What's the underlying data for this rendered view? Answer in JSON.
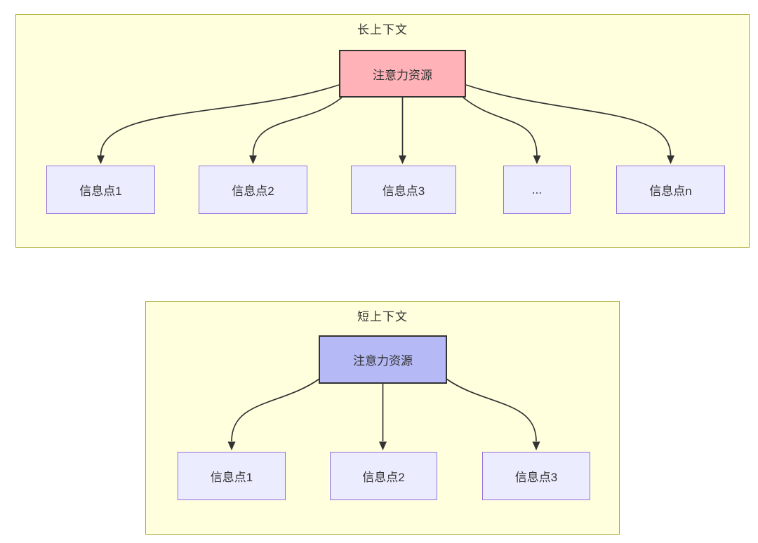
{
  "colors": {
    "page_background": "#ffffff",
    "cluster_fill": "#ffffde",
    "cluster_border": "#aaaa33",
    "target_node_fill": "#ececff",
    "target_node_border": "#9370db",
    "long_source_fill": "#ffb3b9",
    "short_source_fill": "#b5b9f5",
    "source_border": "#333333",
    "edge": "#333333",
    "text": "#333333"
  },
  "diagrams": [
    {
      "title": "长上下文",
      "source": {
        "label": "注意力资源"
      },
      "targets": [
        {
          "label": "信息点1"
        },
        {
          "label": "信息点2"
        },
        {
          "label": "信息点3"
        },
        {
          "label": "..."
        },
        {
          "label": "信息点n"
        }
      ]
    },
    {
      "title": "短上下文",
      "source": {
        "label": "注意力资源"
      },
      "targets": [
        {
          "label": "信息点1"
        },
        {
          "label": "信息点2"
        },
        {
          "label": "信息点3"
        }
      ]
    }
  ]
}
